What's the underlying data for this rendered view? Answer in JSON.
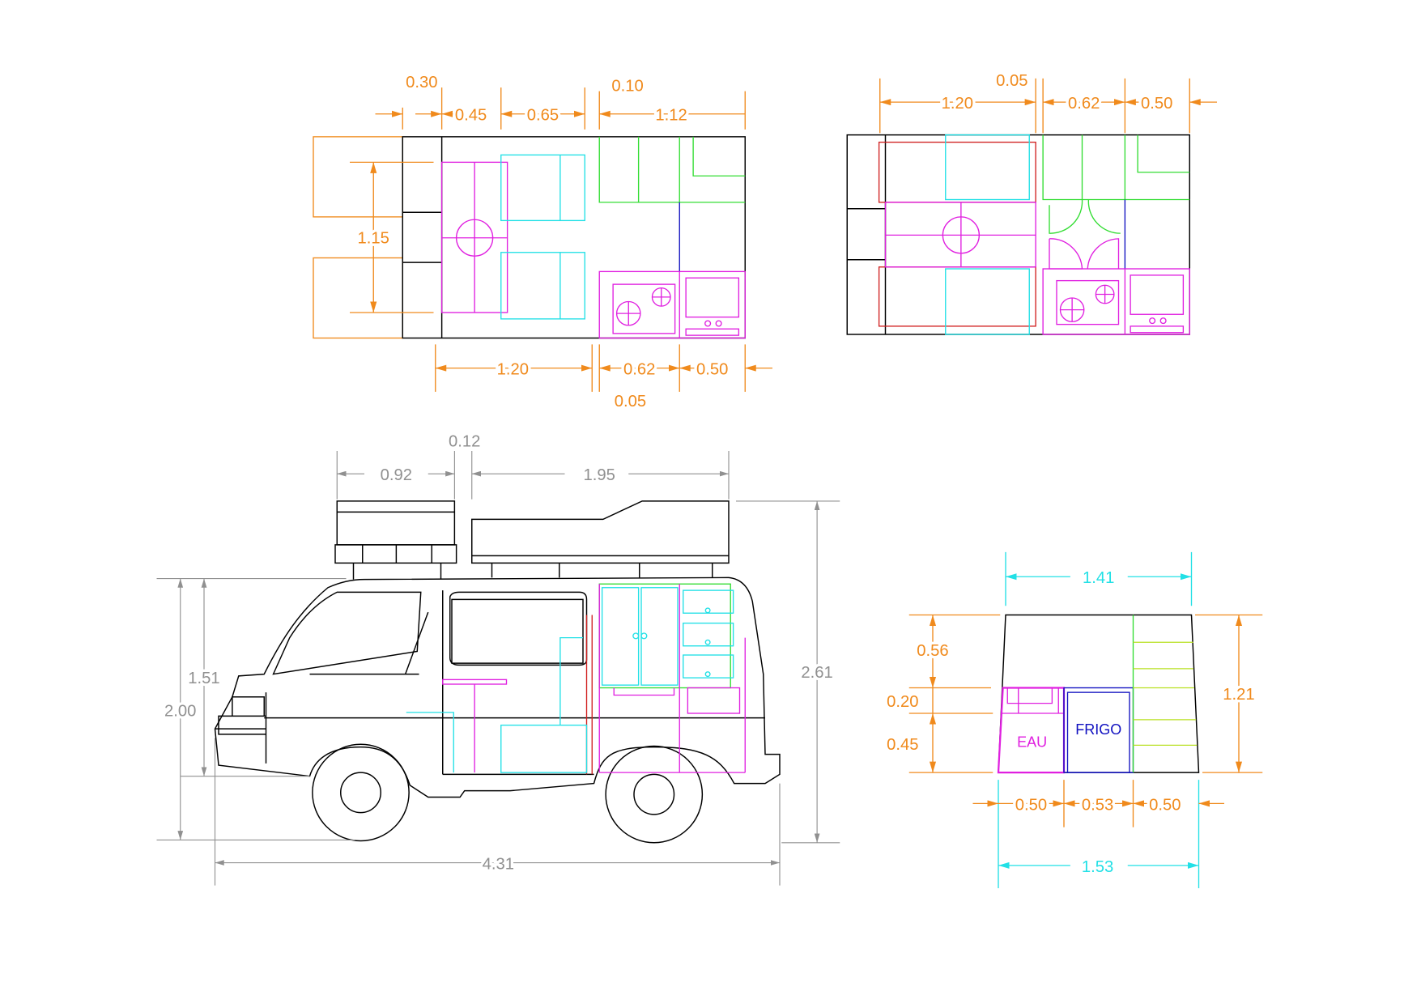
{
  "colors": {
    "dimension": "#f08a1c",
    "cyan": "#22e0e6",
    "magenta": "#e020e0",
    "green": "#33dd33",
    "blue": "#1010c0",
    "red": "#d02020",
    "grey": "#909090"
  },
  "plan_a": {
    "top": [
      "0.30",
      "0.45",
      "0.65",
      "0.10",
      "1.12"
    ],
    "left": "1.15",
    "bottom": [
      "1.20",
      "0.62",
      "0.50",
      "0.05"
    ]
  },
  "plan_b": {
    "top": [
      "1.20",
      "0.05",
      "0.62",
      "0.50"
    ]
  },
  "side": {
    "pod": "0.92",
    "gap": "0.12",
    "poptop": "1.95",
    "height_total": "2.61",
    "body_height": "1.51",
    "height": "2.00",
    "length": "4.31"
  },
  "rear": {
    "top_width": "1.41",
    "bottom_width": "1.53",
    "left": [
      "0.56",
      "0.20",
      "0.45"
    ],
    "right": "1.21",
    "bottom": [
      "0.50",
      "0.53",
      "0.50"
    ],
    "water_label": "EAU",
    "fridge_label": "FRIGO"
  }
}
